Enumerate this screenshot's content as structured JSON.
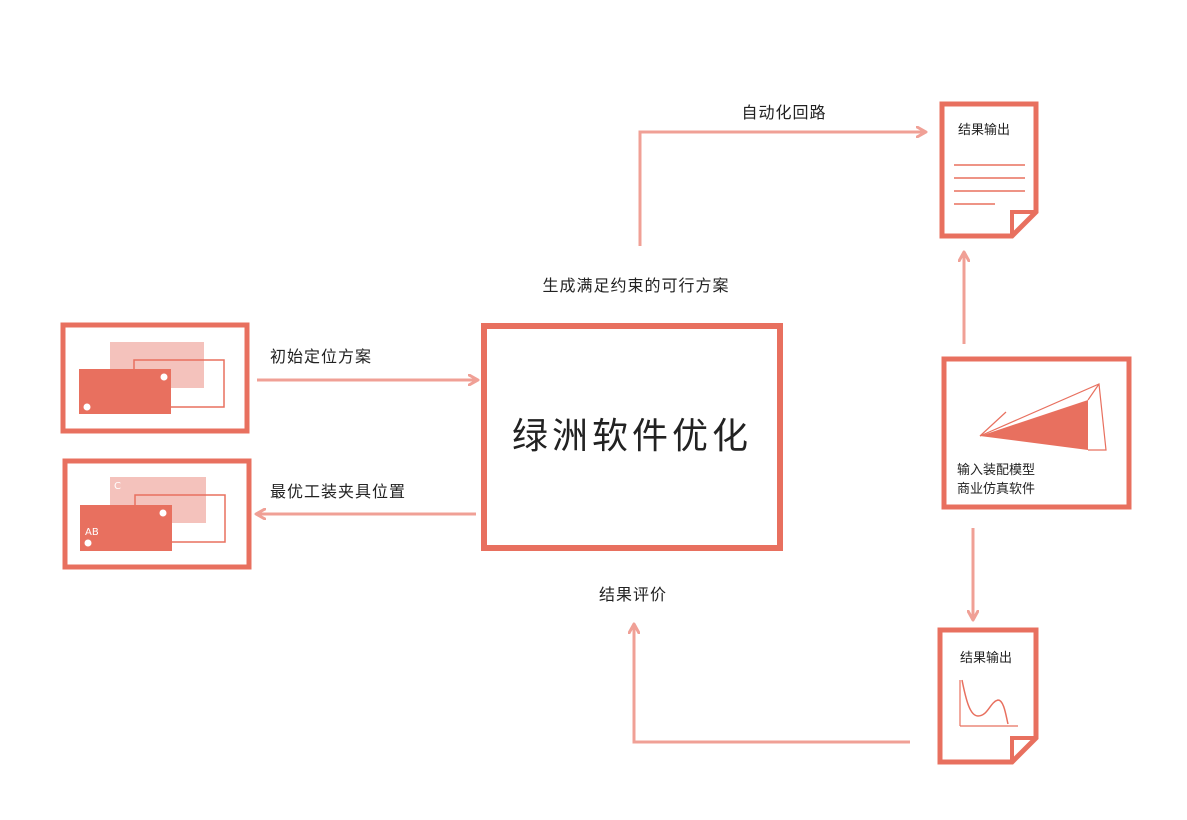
{
  "colors": {
    "primary": "#e8705f",
    "arrow": "#f0a096",
    "light": "#f4c2bc",
    "text": "#222222"
  },
  "center": {
    "title": "绿洲软件优化"
  },
  "labels": {
    "initial_plan": "初始定位方案",
    "optimal_position": "最优工装夹具位置",
    "feasible_plan": "生成满足约束的可行方案",
    "auto_loop": "自动化回路",
    "evaluation": "结果评价"
  },
  "output_top": {
    "title": "结果输出"
  },
  "output_bottom": {
    "title": "结果输出"
  },
  "simulation": {
    "line1": "输入装配模型",
    "line2": "商业仿真软件"
  },
  "fixture_optimal": {
    "label_c": "C",
    "label_ab": "AB"
  }
}
